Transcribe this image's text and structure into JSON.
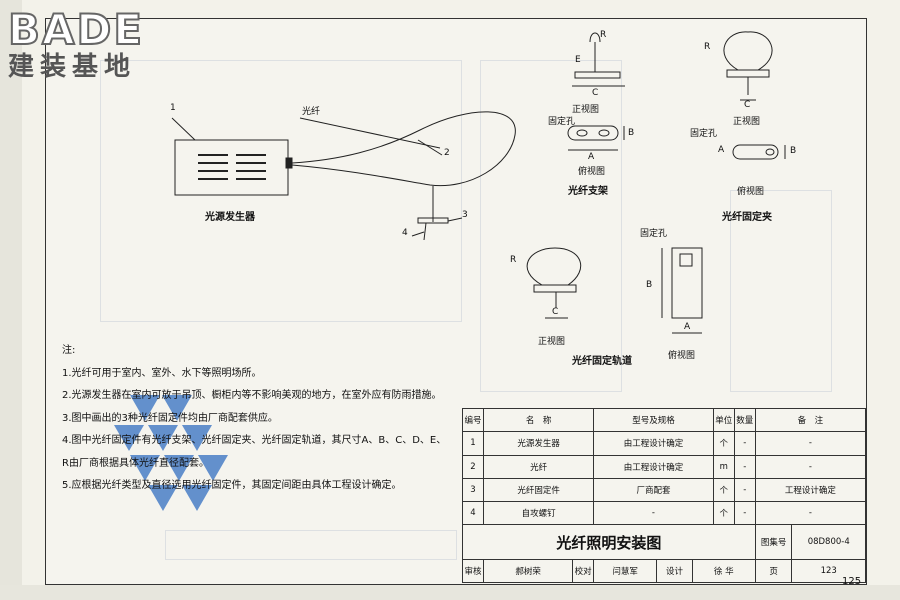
{
  "logo": {
    "brand": "BADE",
    "subtitle": "建装基地"
  },
  "drawing": {
    "source_label": "光源发生器",
    "fiber_label": "光纤",
    "callouts": [
      "1",
      "2",
      "3",
      "4"
    ]
  },
  "detail_bracket": {
    "title": "光纤支架",
    "front_view": "正视图",
    "side_view": "俯视图",
    "hole": "固定孔",
    "dims": [
      "E",
      "R",
      "C",
      "A",
      "B"
    ]
  },
  "detail_clip": {
    "title": "光纤固定夹",
    "front_view": "正视图",
    "side_view": "俯视图",
    "hole": "固定孔",
    "dims": [
      "R",
      "C",
      "A",
      "B"
    ]
  },
  "detail_rail": {
    "title": "光纤固定轨道",
    "front_view": "正视图",
    "side_view": "俯视图",
    "hole": "固定孔",
    "dims": [
      "R",
      "C",
      "A",
      "B"
    ]
  },
  "notes": {
    "heading": "注:",
    "items": [
      "1.光纤可用于室内、室外、水下等照明场所。",
      "2.光源发生器在室内可放于吊顶、橱柜内等不影响美观的地方，在室外应有防雨措施。",
      "3.图中画出的3种光纤固定件均由厂商配套供应。",
      "4.图中光纤固定件有光纤支架、光纤固定夹、光纤固定轨道，其尺寸A、B、C、D、E、",
      "   R由厂商根据具体光纤直径配套。",
      "5.应根据光纤类型及直径选用光纤固定件，其固定间距由具体工程设计确定。"
    ]
  },
  "table": {
    "headers": [
      "编号",
      "名　称",
      "型号及规格",
      "单位",
      "数量",
      "备　注"
    ],
    "rows": [
      [
        "1",
        "光源发生器",
        "由工程设计确定",
        "个",
        "-",
        "-"
      ],
      [
        "2",
        "光纤",
        "由工程设计确定",
        "m",
        "-",
        "-"
      ],
      [
        "3",
        "光纤固定件",
        "厂商配套",
        "个",
        "-",
        "工程设计确定"
      ],
      [
        "4",
        "自攻螺钉",
        "-",
        "个",
        "-",
        "-"
      ]
    ],
    "title": "光纤照明安装图",
    "atlas_label": "图集号",
    "atlas_no": "08D800-4",
    "review_label": "审核",
    "reviewer": "郝树荣",
    "check_label": "校对",
    "checker": "闫慧军",
    "design_label": "设计",
    "designer": "徐 华",
    "page_label": "页",
    "page_in_atlas": "123"
  },
  "page_number": "125"
}
